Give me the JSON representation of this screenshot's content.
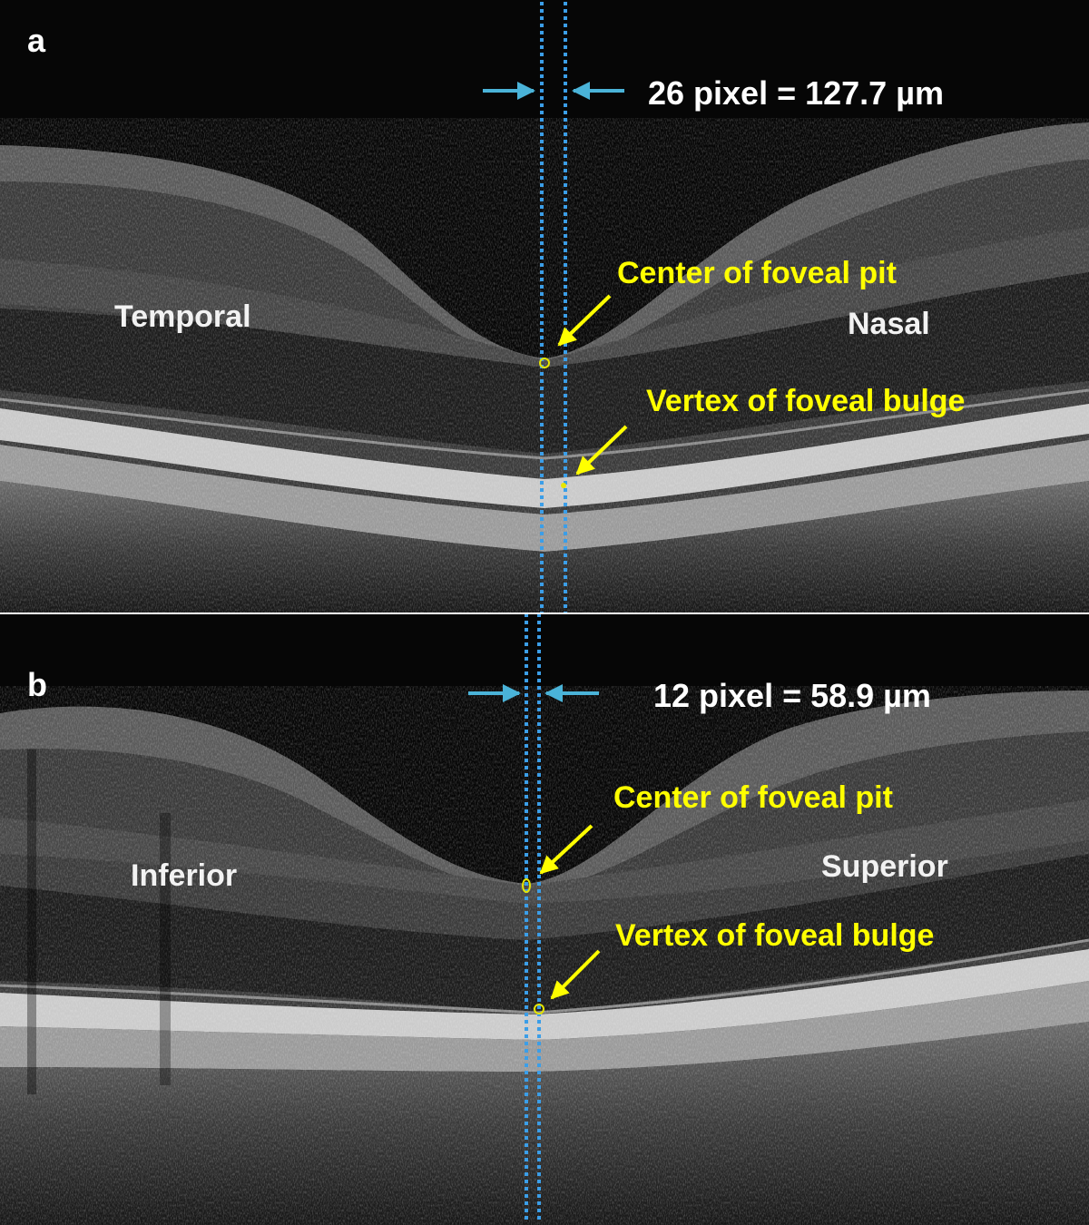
{
  "panel_a": {
    "letter": "a",
    "measurement": "26 pixel = 127.7 µm",
    "left_region": "Temporal",
    "right_region": "Nasal",
    "pit_label": "Center of foveal pit",
    "bulge_label": "Vertex of foveal bulge"
  },
  "panel_b": {
    "letter": "b",
    "measurement": "12 pixel = 58.9 µm",
    "left_region": "Inferior",
    "right_region": "Superior",
    "pit_label": "Center of foveal pit",
    "bulge_label": "Vertex of foveal bulge"
  },
  "colors": {
    "annotation": "#ffff00",
    "measure_arrow": "#4ab3d8",
    "dotted_line": "#3b9ee8",
    "text": "#ffffff"
  }
}
